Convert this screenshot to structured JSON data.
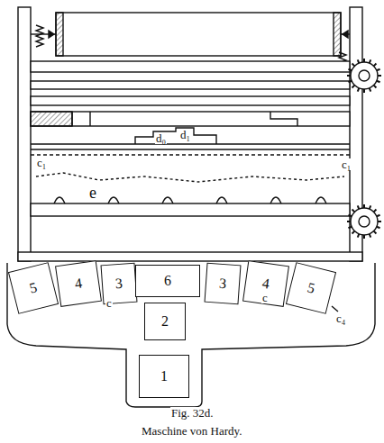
{
  "diagram": {
    "caption": "Maschine von Hardy.",
    "nodes": [
      {
        "text": [
          "5"
        ]
      },
      {
        "text": [
          "4"
        ]
      },
      {
        "text": [
          "3"
        ]
      },
      {
        "text": [
          "6"
        ]
      },
      {
        "text": [
          "3"
        ]
      },
      {
        "text": [
          "4"
        ]
      },
      {
        "text": [
          "5"
        ]
      },
      {
        "text": [
          "2"
        ]
      },
      {
        "text": [
          "1"
        ]
      }
    ],
    "labels": [
      "d₀",
      "d₁",
      "c₁",
      "c₁",
      "e",
      "c",
      "c",
      "c₄",
      "Fig. 32d."
    ]
  }
}
